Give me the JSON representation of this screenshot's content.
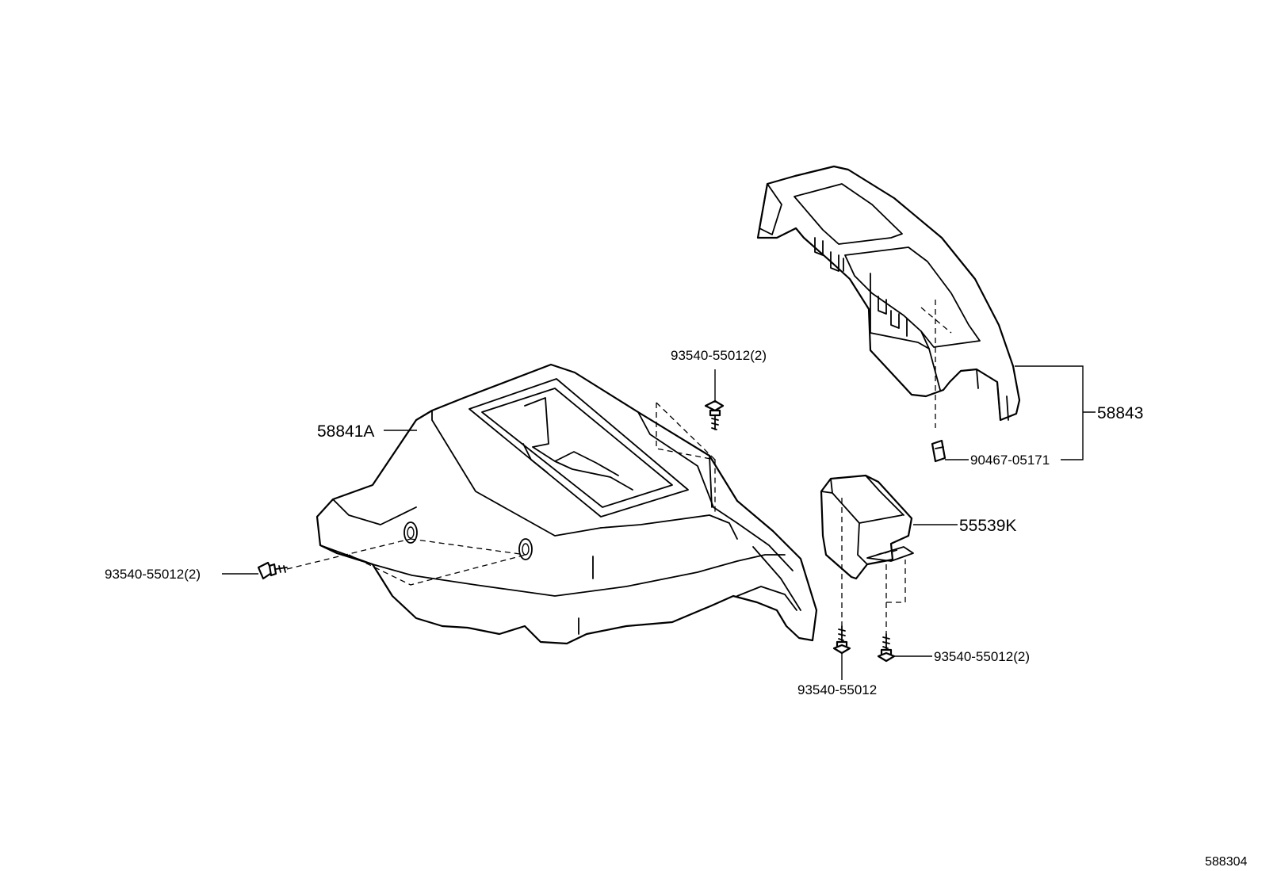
{
  "labels": {
    "console_box": "58841A",
    "upper_panel": "58843",
    "clip": "90467-05171",
    "pocket": "55539K",
    "screw_top": "93540-55012(2)",
    "screw_left": "93540-55012(2)",
    "screw_bottom_right": "93540-55012(2)",
    "screw_bottom": "93540-55012"
  },
  "diagram_id": "588304"
}
